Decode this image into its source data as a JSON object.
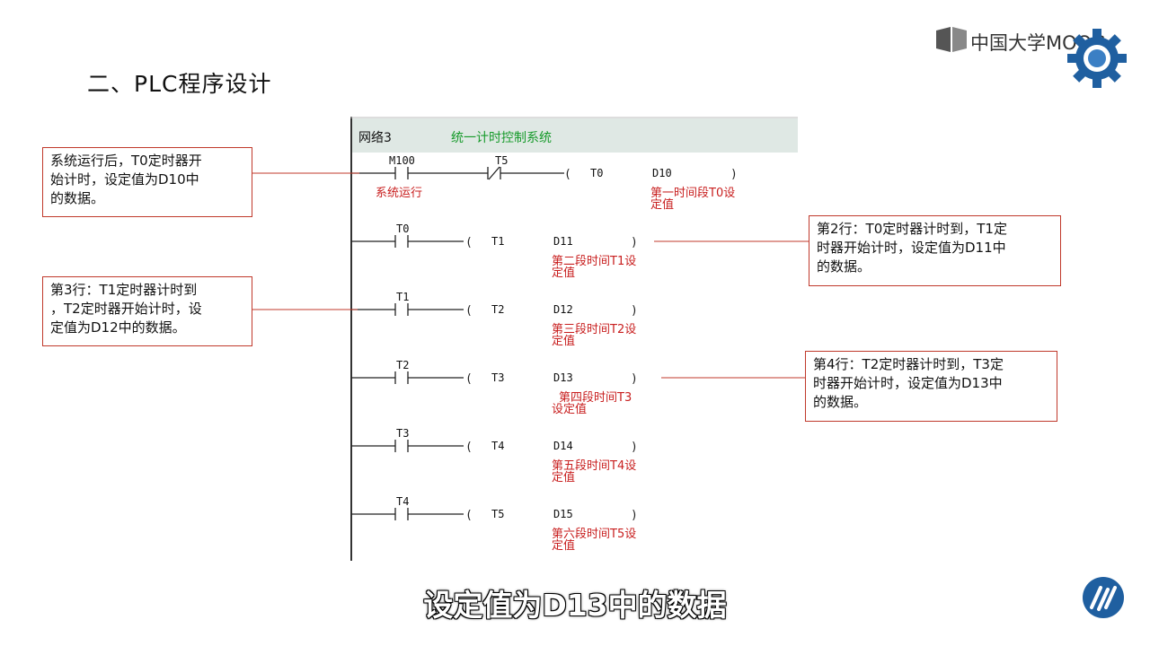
{
  "slide_title": "二、PLC程序设计",
  "brand": {
    "text": "中国大学MOOC"
  },
  "network": {
    "label": "网络3",
    "comment": "统一计时控制系统"
  },
  "rungs": [
    {
      "contact": "M100",
      "contact2": "T5",
      "coil": "T0",
      "operand": "D10",
      "contact_comment": "系统运行",
      "operand_comment": [
        "第一时间段T0设",
        "定值"
      ]
    },
    {
      "contact": "T0",
      "coil": "T1",
      "operand": "D11",
      "operand_comment": [
        "第二段时间T1设",
        "定值"
      ]
    },
    {
      "contact": "T1",
      "coil": "T2",
      "operand": "D12",
      "operand_comment": [
        "第三段时间T2设",
        "定值"
      ]
    },
    {
      "contact": "T2",
      "coil": "T3",
      "operand": "D13",
      "operand_comment": [
        "第四段时间T3",
        "设定值"
      ]
    },
    {
      "contact": "T3",
      "coil": "T4",
      "operand": "D14",
      "operand_comment": [
        "第五段时间T4设",
        "定值"
      ]
    },
    {
      "contact": "T4",
      "coil": "T5",
      "operand": "D15",
      "operand_comment": [
        "第六段时间T5设",
        "定值"
      ]
    }
  ],
  "callouts": {
    "c1": [
      "系统运行后，T0定时器开",
      "始计时，设定值为D10中",
      "的数据。"
    ],
    "c2": [
      "第2行：T0定时器计时到，T1定",
      "时器开始计时，设定值为D11中",
      "的数据。"
    ],
    "c3": [
      "第3行：T1定时器计时到",
      "，T2定时器开始计时，设",
      "定值为D12中的数据。"
    ],
    "c4": [
      "第4行：T2定时器计时到，T3定",
      "时器开始计时，设定值为D13中",
      "的数据。"
    ]
  },
  "subtitle": "设定值为D13中的数据",
  "colors": {
    "callout_border": "#c0392b",
    "comment_red": "#c81e1e",
    "header_bg": "#dfe8e4",
    "network_comment": "#169a2a",
    "brand_blue": "#1f5fa0"
  }
}
